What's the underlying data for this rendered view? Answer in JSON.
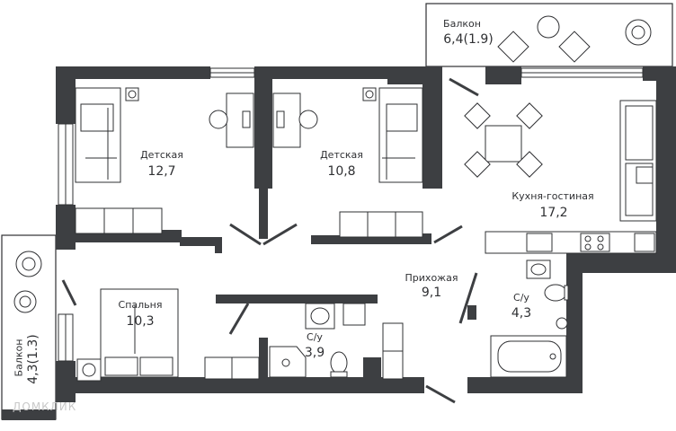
{
  "rooms": {
    "balcony_top": {
      "name": "Балкон",
      "area": "6,4(1.9)"
    },
    "kids1": {
      "name": "Детская",
      "area": "12,7"
    },
    "kids2": {
      "name": "Детская",
      "area": "10,8"
    },
    "kitchen": {
      "name": "Кухня-гостиная",
      "area": "17,2"
    },
    "hall": {
      "name": "Прихожая",
      "area": "9,1"
    },
    "bath_right": {
      "name": "С/у",
      "area": "4,3"
    },
    "bedroom": {
      "name": "Спальня",
      "area": "10,3"
    },
    "bath_mid": {
      "name": "С/у",
      "area": "3,9"
    },
    "balcony_left": {
      "name": "Балкон",
      "area": "4,3(1.3)"
    }
  },
  "watermark": "ДОМКЛИК",
  "colors": {
    "wall": "#3d3f42",
    "line": "#2f3033",
    "background": "#ffffff"
  },
  "icons": [
    "bed-icon",
    "desk-chair-icon",
    "dining-table-icon",
    "sofa-icon",
    "kitchen-stove-icon",
    "sink-icon",
    "toilet-icon",
    "bathtub-icon",
    "shower-icon",
    "washing-machine-icon",
    "plant-icon",
    "radiator-icon",
    "wardrobe-icon"
  ]
}
